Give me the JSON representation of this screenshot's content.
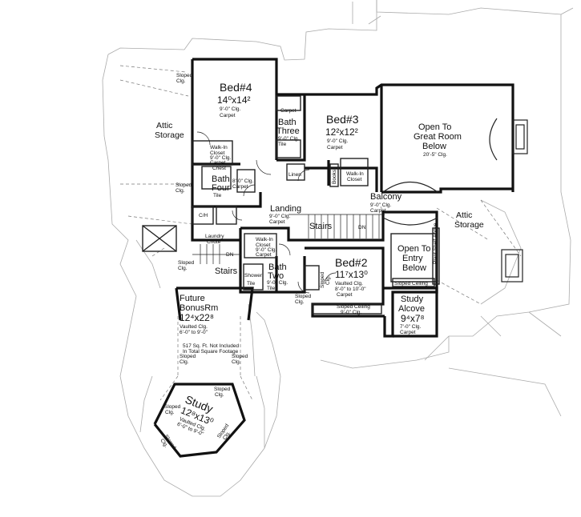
{
  "rooms": {
    "bed4": {
      "name": "Bed#4",
      "size": "14⁰x14²",
      "notes": [
        "9'-0\" Clg.",
        "Carpet"
      ]
    },
    "bed3": {
      "name": "Bed#3",
      "size": "12²x12²",
      "notes": [
        "9'-0\" Clg.",
        "Carpet"
      ]
    },
    "bed2": {
      "name": "Bed#2",
      "size": "11⁷x13⁰",
      "notes": [
        "Vaulted Clg.",
        "8'-0\" to 10'-0\"",
        "Carpet"
      ]
    },
    "great_room": {
      "lines": [
        "Open To",
        "Great Room",
        "Below"
      ],
      "note": "20'-5\" Clg."
    },
    "bath_three": {
      "name": "Bath",
      "name2": "Three",
      "notes": [
        "9'-0\" Clg.",
        "Tile"
      ]
    },
    "bath_four": {
      "name": "Bath",
      "name2": "Four",
      "notes": [
        "8'-0\" Clg.",
        "Tile",
        "Carpet"
      ]
    },
    "bath_two": {
      "name": "Bath",
      "name2": "Two",
      "notes": [
        "9'-0\" Clg.",
        "Tile"
      ]
    },
    "landing": {
      "name": "Landing",
      "notes": [
        "9'-0\" Clg.",
        "Carpet"
      ]
    },
    "balcony": {
      "name": "Balcony",
      "notes": [
        "9'-0\" Clg.",
        "Carpet"
      ]
    },
    "entry": {
      "lines": [
        "Open To",
        "Entry",
        "Below"
      ]
    },
    "study_alcove": {
      "name": "Study",
      "name2": "Alcove",
      "size": "9⁴x7⁸",
      "notes": [
        "7'-0\" Clg.",
        "Carpet"
      ]
    },
    "bonus": {
      "name": "Future",
      "name2": "BonusRm",
      "size": "12⁴x22⁸",
      "notes": [
        "Vaulted Clg.",
        "6'-0\" to 9'-0\""
      ]
    },
    "study": {
      "name": "Study",
      "size": "12⁸x13⁰",
      "notes": [
        "Vaulted Clg.",
        "6'-0\" to 9'-0\""
      ]
    },
    "attic_left": {
      "lines": [
        "Attic",
        "Storage"
      ]
    },
    "attic_right": {
      "lines": [
        "Attic",
        "Storage"
      ]
    }
  },
  "labels": {
    "stairs_top": "Stairs",
    "stairs_left": "Stairs",
    "dn": "DN",
    "linen": "Linen",
    "books": "Books",
    "carpet": "Carpet",
    "ch": "C/H",
    "chest": "Chest",
    "laundry": [
      "Laundry",
      "Chute"
    ],
    "shower": "Shower",
    "tile": "Tile",
    "walk_in_closet_b3": [
      "Walk-In",
      "Closet"
    ],
    "walk_in_closet_b4": [
      "Walk-In",
      "Closet",
      "9'-0\" Clg.",
      "Carpet"
    ],
    "walk_in_closet_b2": [
      "Walk-In",
      "Closet",
      "9'-0\" Clg.",
      "Carpet"
    ],
    "sloped_ceiling": "Sloped Ceiling",
    "sloped_ceiling_b2": "Sloped Ceiling",
    "sloped_ceiling_b2_sub": "9'-0\" Clg.",
    "plant_shelf": "Plant Shelf Above",
    "sloped_clg": [
      "Sloped",
      "Clg."
    ],
    "sq_ft_note": [
      "517 Sq. Ft. Not Included",
      "In Total Square Footage"
    ]
  }
}
